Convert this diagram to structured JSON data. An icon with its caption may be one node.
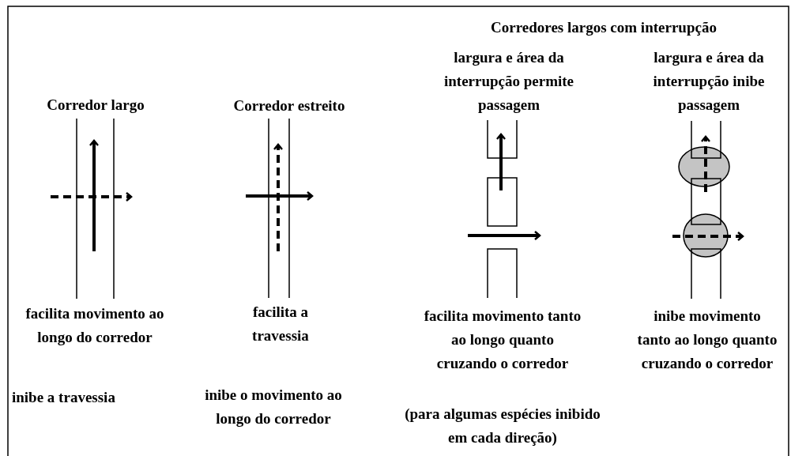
{
  "diagram": {
    "labels": [
      "Corredores largos com interrupção",
      "Corredor largo",
      "Corredor estreito",
      "largura e área da interrupção permite passagem",
      "largura e área da interrupção inibe passagem",
      "facilita movimento ao longo do corredor",
      "facilita a travessia",
      "facilita movimento tanto ao longo quanto cruzando o corredor",
      "inibe movimento tanto ao longo quanto cruzando o corredor",
      "inibe a travessia",
      "inibe o movimento ao longo do corredor",
      "(para algumas espécies inibido em cada direção)"
    ]
  }
}
